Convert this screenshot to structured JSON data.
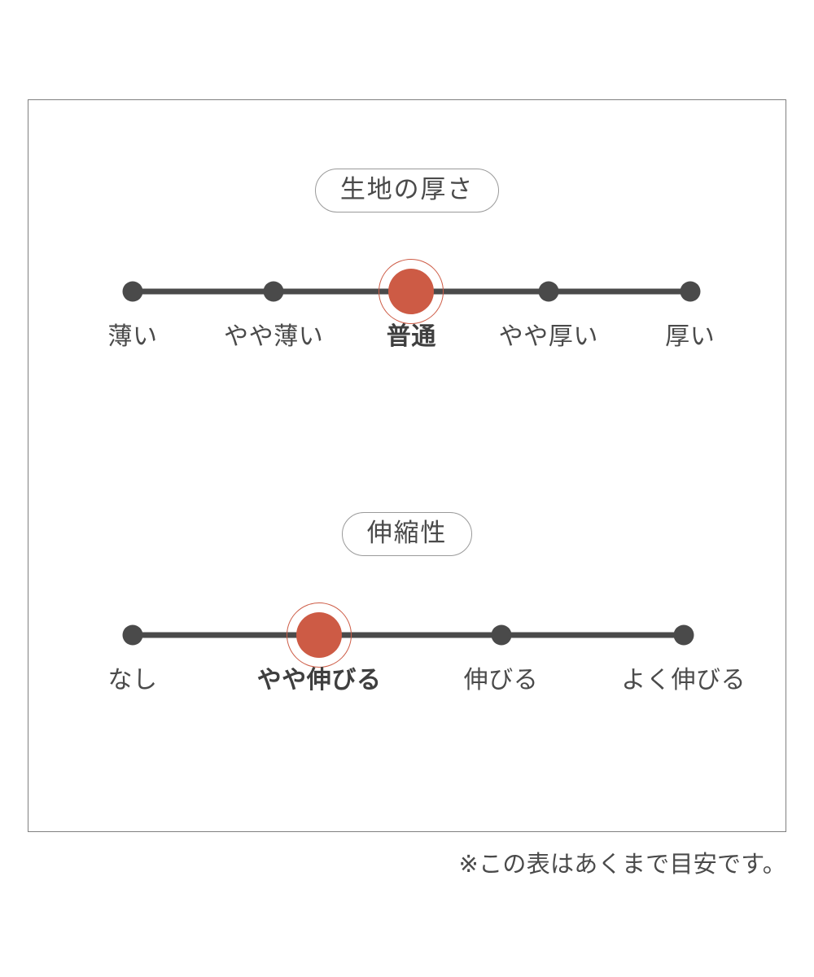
{
  "chart_data": {
    "type": "scale",
    "title": "",
    "note": "※この表はあくまで目安です。",
    "scales": [
      {
        "id": "thickness",
        "title": "生地の厚さ",
        "categories": [
          "薄い",
          "やや薄い",
          "普通",
          "やや厚い",
          "厚い"
        ],
        "values": [
          1,
          2,
          3,
          4,
          5
        ],
        "selected_index": 2,
        "selected_label": "普通",
        "marker_color": "#cd5b45",
        "track_color": "#4a4a4a"
      },
      {
        "id": "stretch",
        "title": "伸縮性",
        "categories": [
          "なし",
          "やや伸びる",
          "伸びる",
          "よく伸びる"
        ],
        "values": [
          1,
          2,
          3,
          4
        ],
        "selected_index": 1,
        "selected_label": "やや伸びる",
        "marker_color": "#cd5b45",
        "track_color": "#4a4a4a"
      }
    ]
  },
  "panel": {
    "thickness": {
      "pill_label": "生地の厚さ",
      "labels": [
        {
          "text": "薄い",
          "x_pct": 7.4,
          "active": false
        },
        {
          "text": "やや薄い",
          "x_pct": 29.1,
          "active": false
        },
        {
          "text": "普通",
          "x_pct": 50.3,
          "active": true
        },
        {
          "text": "やや厚い",
          "x_pct": 71.4,
          "active": false
        },
        {
          "text": "厚い",
          "x_pct": 93.2,
          "active": false
        }
      ],
      "dots": [
        {
          "x_pct": 7.4,
          "active": false
        },
        {
          "x_pct": 29.1,
          "active": false
        },
        {
          "x_pct": 50.3,
          "active": true
        },
        {
          "x_pct": 71.4,
          "active": false
        },
        {
          "x_pct": 93.2,
          "active": false
        }
      ]
    },
    "stretch": {
      "pill_label": "伸縮性",
      "labels": [
        {
          "text": "なし",
          "x_pct": 7.4,
          "active": false
        },
        {
          "text": "やや伸びる",
          "x_pct": 36.1,
          "active": true
        },
        {
          "text": "伸びる",
          "x_pct": 64.1,
          "active": false
        },
        {
          "text": "よく伸びる",
          "x_pct": 92.2,
          "active": false
        }
      ],
      "dots": [
        {
          "x_pct": 7.4,
          "active": false
        },
        {
          "x_pct": 36.1,
          "active": true
        },
        {
          "x_pct": 64.1,
          "active": false
        },
        {
          "x_pct": 92.2,
          "active": false
        }
      ]
    }
  },
  "footnote": "※この表はあくまで目安です。",
  "colors": {
    "accent": "#cd5b45",
    "track": "#4a4a4a",
    "border": "#808080",
    "text": "#4a4a4a",
    "background": "#ffffff"
  }
}
